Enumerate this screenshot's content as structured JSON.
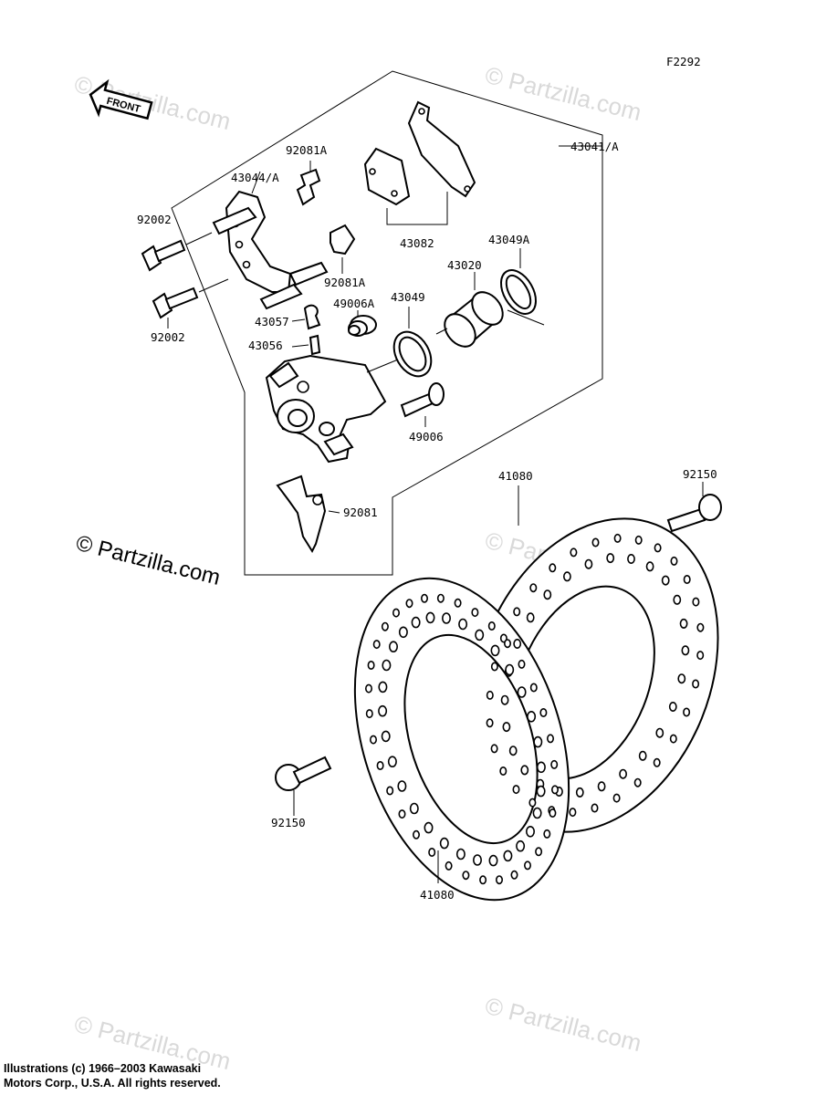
{
  "figure_code": "F2292",
  "front_arrow_label": "FRONT",
  "watermarks": {
    "faint": "© Partzilla.com",
    "main": "© Partzilla.com"
  },
  "parts": [
    {
      "label": "92081A"
    },
    {
      "label": "43044/A"
    },
    {
      "label": "92002"
    },
    {
      "label": "92081A"
    },
    {
      "label": "49006A"
    },
    {
      "label": "43057"
    },
    {
      "label": "43056"
    },
    {
      "label": "92002"
    },
    {
      "label": "43082"
    },
    {
      "label": "43041/A"
    },
    {
      "label": "43049A"
    },
    {
      "label": "43020"
    },
    {
      "label": "43049"
    },
    {
      "label": "49006"
    },
    {
      "label": "92081"
    },
    {
      "label": "41080"
    },
    {
      "label": "92150"
    },
    {
      "label": "92150"
    },
    {
      "label": "41080"
    }
  ],
  "copyright": {
    "line1": "Illustrations (c) 1966–2003 Kawasaki",
    "line2": "Motors Corp., U.S.A.  All rights reserved."
  }
}
